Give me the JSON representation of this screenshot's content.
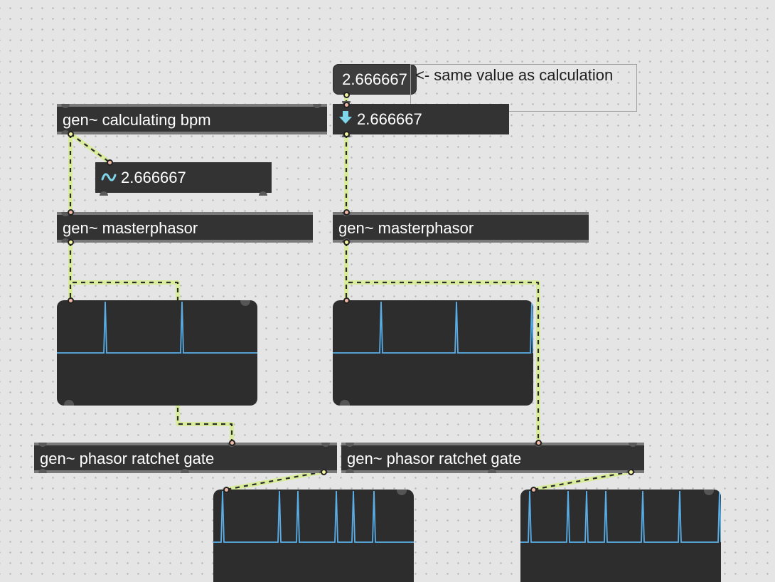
{
  "objects": {
    "calc_bpm": "gen~ calculating bpm",
    "masterphasor_left": "gen~ masterphasor",
    "masterphasor_right": "gen~ masterphasor",
    "ratchet_left": "gen~ phasor ratchet gate",
    "ratchet_right": "gen~ phasor ratchet gate"
  },
  "numbers": {
    "float_message": "2.666667",
    "signal_number": "2.666667",
    "sig_to_number": "2.666667"
  },
  "comment": "<- same value as calculation",
  "icons": {
    "signal_number": "tilde-wave-icon",
    "sig_to_number": "down-arrow-icon"
  },
  "colors": {
    "object_fill": "#333333",
    "scope_fill": "#2d2d2d",
    "scope_trace": "#5aaee8",
    "signal_cable": "#c8e88a",
    "canvas": "#e5e5e5"
  }
}
